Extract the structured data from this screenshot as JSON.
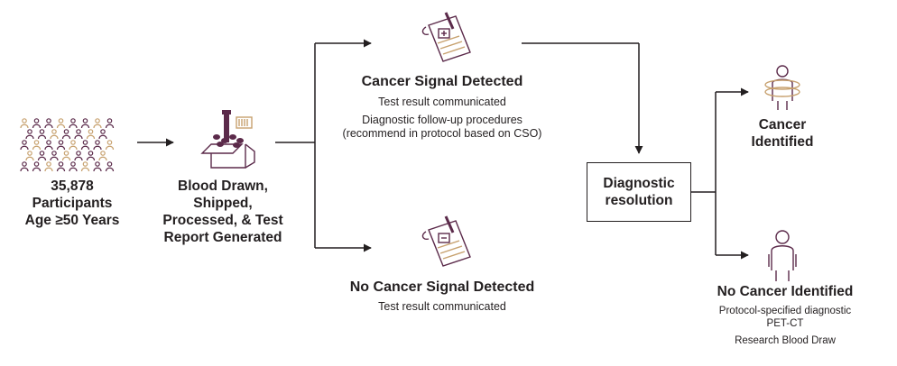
{
  "participants": {
    "count": "35,878",
    "line2": "Participants",
    "line3": "Age ≥50 Years"
  },
  "blood": {
    "lines": [
      "Blood Drawn,",
      "Shipped,",
      "Processed, & Test",
      "Report Generated"
    ]
  },
  "signal_detected": {
    "title": "Cancer Signal Detected",
    "line1": "Test result communicated",
    "line2": "Diagnostic follow-up procedures",
    "line3": "(recommend in protocol based on CSO)"
  },
  "no_signal": {
    "title": "No Cancer Signal Detected",
    "line1": "Test result communicated"
  },
  "diagnostic": {
    "line1": "Diagnostic",
    "line2": "resolution"
  },
  "cancer_identified": {
    "line1": "Cancer",
    "line2": "Identified"
  },
  "no_cancer": {
    "title": "No Cancer Identified",
    "line1": "Protocol-specified diagnostic",
    "line2": "PET-CT",
    "line3": "Research Blood Draw"
  },
  "colors": {
    "plum": "#5b2a4a",
    "gold": "#c7a16e",
    "line": "#231f20"
  },
  "icons": [
    "people-grid-icon",
    "blood-sample-box-icon",
    "report-scroll-icon",
    "patient-scanner-icon",
    "patient-icon"
  ]
}
